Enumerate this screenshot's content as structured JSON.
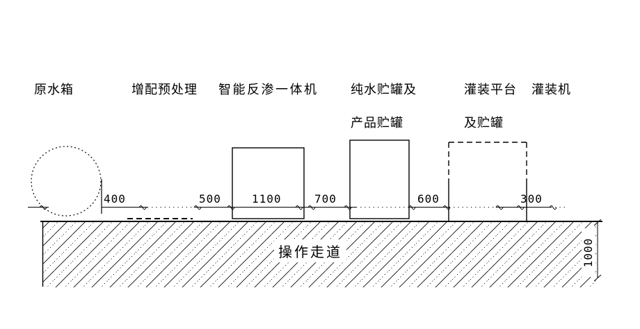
{
  "colors": {
    "ink": "#000000",
    "paper": "#ffffff"
  },
  "equipment_labels": [
    {
      "line1": "原水箱",
      "line2": ""
    },
    {
      "line1": "增配预处理",
      "line2": ""
    },
    {
      "line1": "智能反渗一体机",
      "line2": ""
    },
    {
      "line1": "纯水贮罐及",
      "line2": "产品贮罐"
    },
    {
      "line1": "灌装平台",
      "line2": "及贮罐"
    },
    {
      "line1": "灌装机",
      "line2": ""
    }
  ],
  "dimensions": {
    "horizontal": [
      "400",
      "500",
      "1100",
      "700",
      "600",
      "300"
    ],
    "vertical": "1000"
  },
  "ground": {
    "label": "操作走道"
  }
}
